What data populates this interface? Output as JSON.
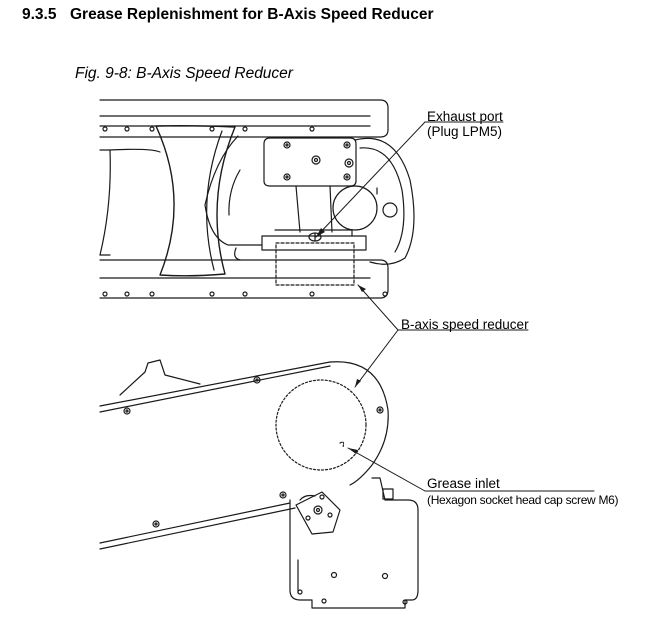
{
  "section": {
    "number": "9.3.5",
    "title": "Grease Replenishment for B-Axis Speed Reducer"
  },
  "figure": {
    "caption": "Fig. 9-8: B-Axis Speed Reducer",
    "labels": {
      "exhaust_port": "Exhaust port",
      "plug": "(Plug LPM5)",
      "speed_reducer": "B-axis speed reducer",
      "grease_inlet": "Grease inlet",
      "screw": "(Hexagon socket head cap screw M6)"
    }
  }
}
